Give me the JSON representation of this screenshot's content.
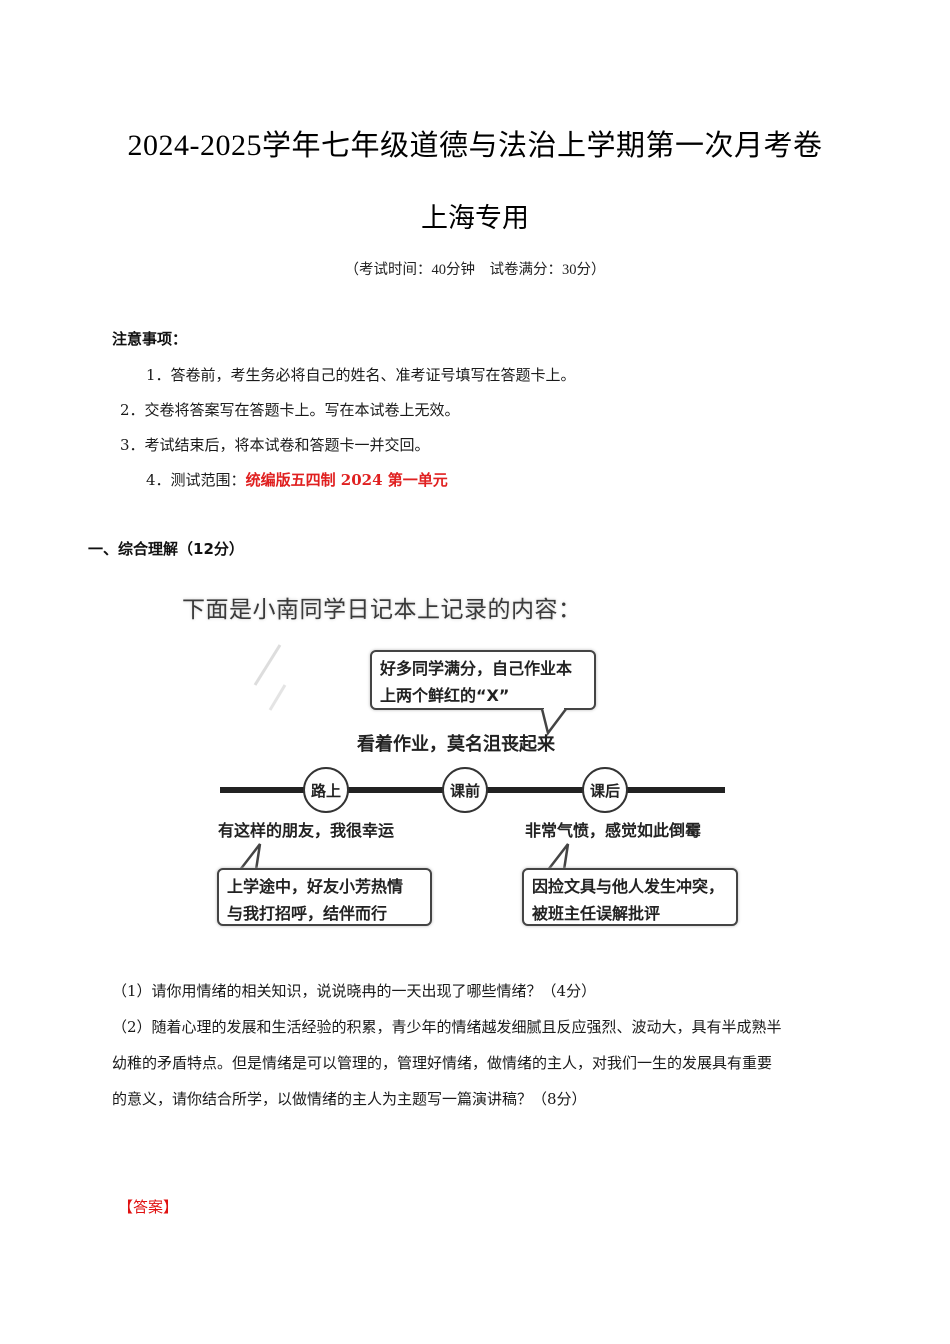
{
  "document": {
    "title": "2024-2025学年七年级道德与法治上学期第一次月考卷",
    "title_number": "2024-2025",
    "title_text": "学年七年级道德与法治上学期第一次月考卷",
    "subtitle": "上海专用",
    "exam_info": "（考试时间：40分钟　试卷满分：30分）"
  },
  "notice": {
    "heading": "注意事项：",
    "items": [
      {
        "number": "1．",
        "text": "答卷前，考生务必将自己的姓名、准考证号填写在答题卡上。"
      },
      {
        "number": "2．",
        "text": "交卷将答案写在答题卡上。写在本试卷上无效。"
      },
      {
        "number": "3．",
        "text": "考试结束后，将本试卷和答题卡一并交回。"
      },
      {
        "number": "4．",
        "text": "测试范围：",
        "highlight": "统编版五四制 2024 第一单元"
      }
    ],
    "highlight_color": "#e02020"
  },
  "section": {
    "heading": "一、综合理解（12分）"
  },
  "diagram": {
    "caption": "下面是小南同学日记本上记录的内容：",
    "top_bubble": {
      "line1": "好多同学满分，自己作业本",
      "line2": "上两个鲜红的“X”"
    },
    "top_feeling": "看着作业，莫名沮丧起来",
    "nodes": [
      "路上",
      "课前",
      "课后"
    ],
    "left_feeling": "有这样的朋友，我很幸运",
    "left_bubble": {
      "line1": "上学途中，好友小芳热情",
      "line2": "与我打招呼，结伴而行"
    },
    "right_feeling": "非常气愤，感觉如此倒霉",
    "right_bubble": {
      "line1": "因捡文具与他人发生冲突，",
      "line2": "被班主任误解批评"
    }
  },
  "questions": [
    {
      "text": "（1）请你用情绪的相关知识，说说晓冉的一天出现了哪些情绪？（4分）"
    },
    {
      "line1": "（2）随着心理的发展和生活经验的积累，青少年的情绪越发细腻且反应强烈、波动大，具有半成熟半",
      "line2": "幼稚的矛盾特点。但是情绪是可以管理的，管理好情绪，做情绪的主人，对我们一生的发展具有重要",
      "line3": "的意义，请你结合所学，以做情绪的主人为主题写一篇演讲稿？（8分）"
    }
  ],
  "answer": {
    "label": "【答案】",
    "color": "#e01010"
  }
}
